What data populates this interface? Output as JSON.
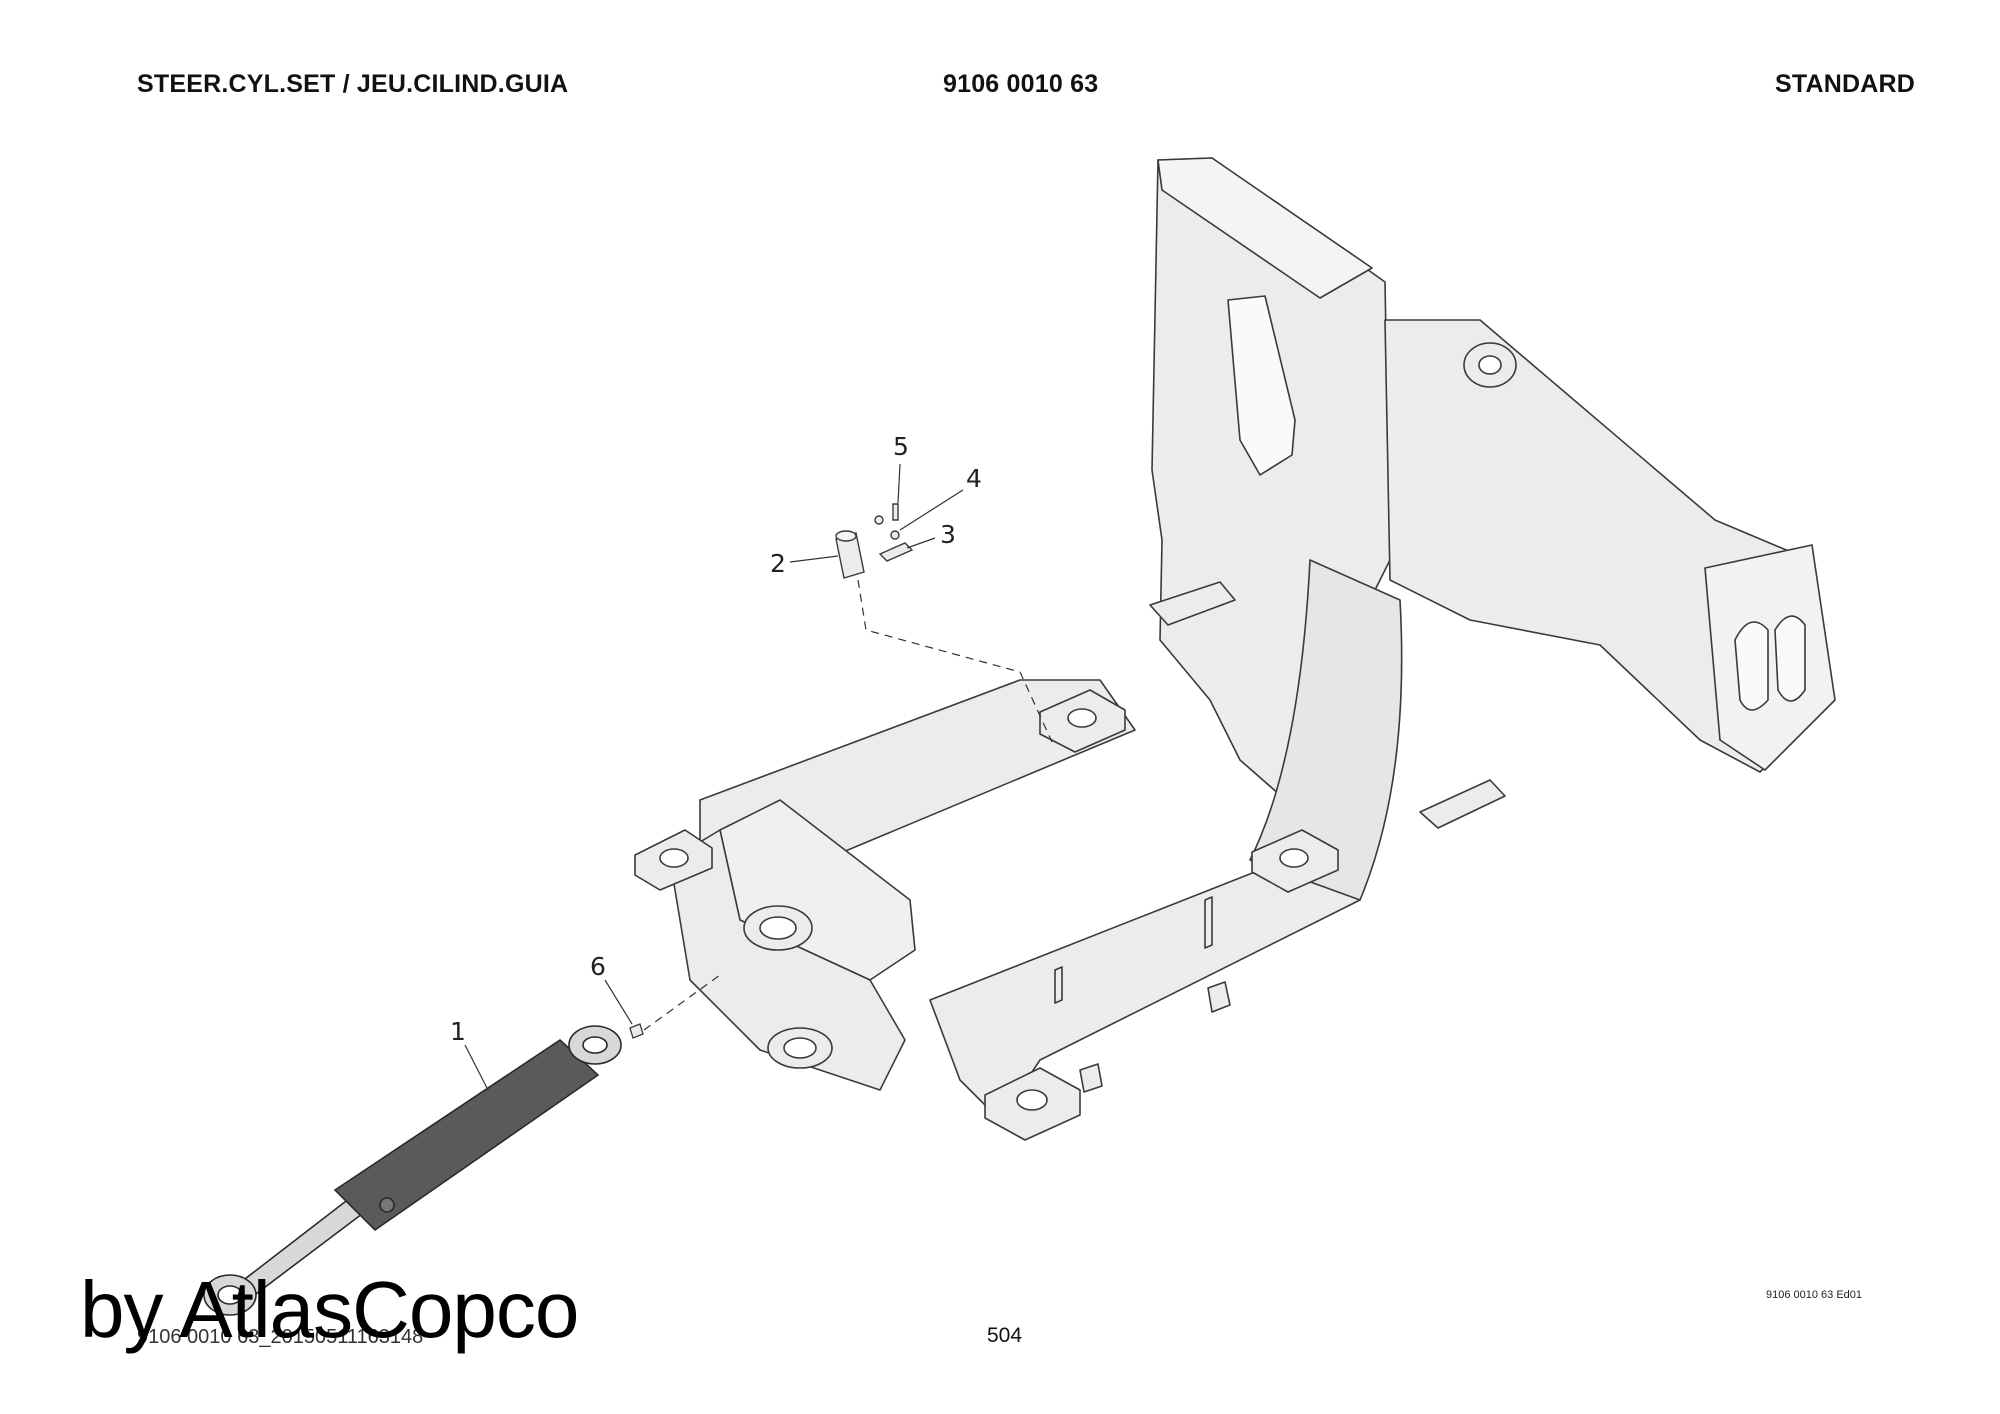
{
  "header": {
    "title": "STEER.CYL.SET / JEU.CILIND.GUIA",
    "part_number": "9106 0010 63",
    "variant": "STANDARD"
  },
  "callouts": [
    {
      "id": "item-1",
      "label": "1"
    },
    {
      "id": "item-2",
      "label": "2"
    },
    {
      "id": "item-3",
      "label": "3"
    },
    {
      "id": "item-4",
      "label": "4"
    },
    {
      "id": "item-5",
      "label": "5"
    },
    {
      "id": "item-6",
      "label": "6"
    }
  ],
  "footer": {
    "figure_code": "9106 0010 63 Ed01",
    "page_number": "504",
    "file_reference": "9106 0010 63_20150511163148",
    "watermark": "by AtlasCopco"
  },
  "colors": {
    "line": "#3a3a3a",
    "frame_fill": "#ececec",
    "cylinder_fill": "#5a5a5a",
    "rod_fill": "#d8d8d8"
  }
}
